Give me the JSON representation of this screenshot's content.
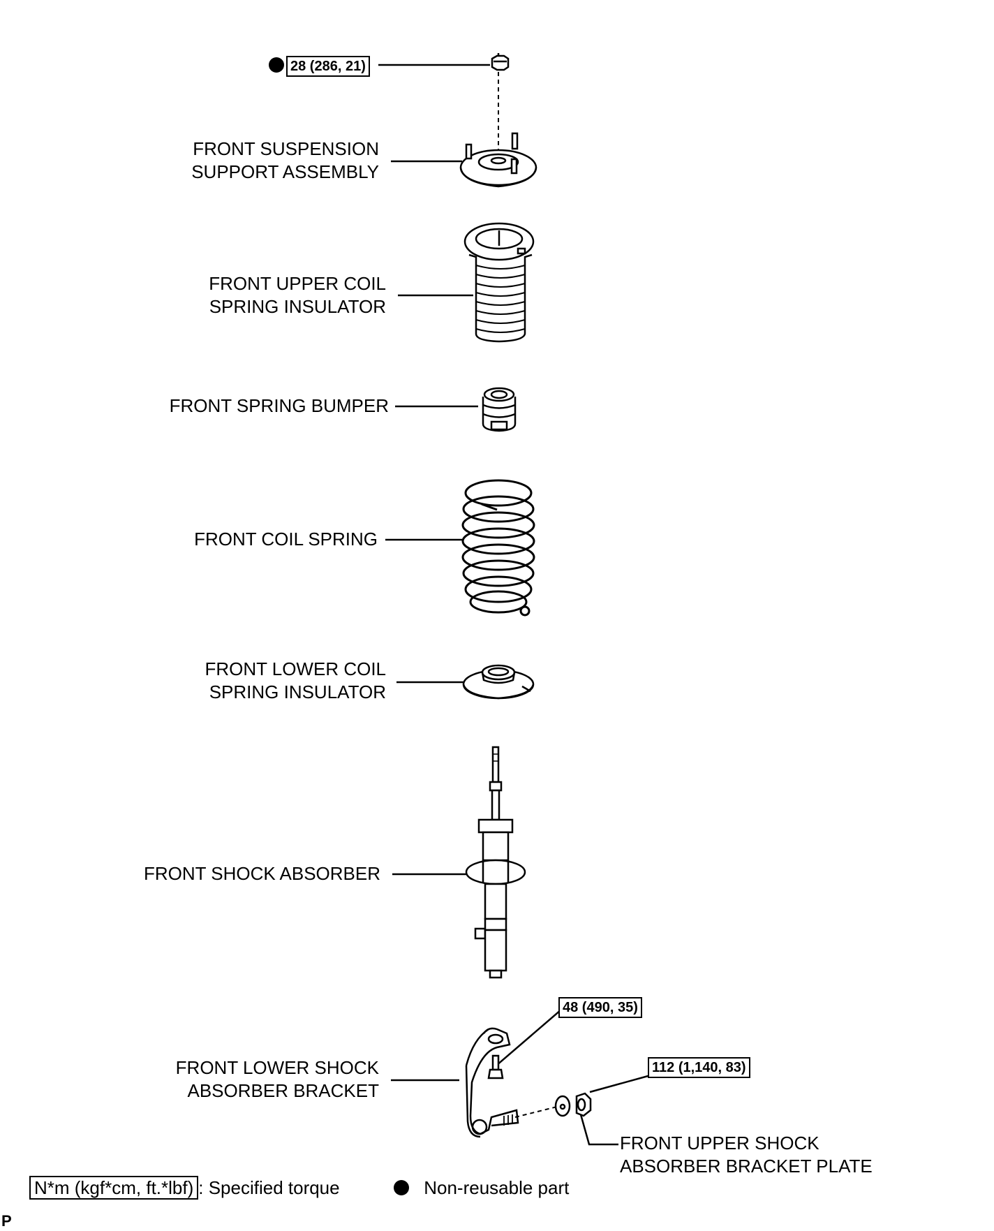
{
  "parts": {
    "support_assembly": {
      "line1": "FRONT SUSPENSION",
      "line2": "SUPPORT ASSEMBLY"
    },
    "upper_insulator": {
      "line1": "FRONT UPPER COIL",
      "line2": "SPRING INSULATOR"
    },
    "spring_bumper": {
      "line1": "FRONT SPRING BUMPER"
    },
    "coil_spring": {
      "line1": "FRONT COIL SPRING"
    },
    "lower_insulator": {
      "line1": "FRONT LOWER COIL",
      "line2": "SPRING INSULATOR"
    },
    "shock_absorber": {
      "line1": "FRONT SHOCK ABSORBER"
    },
    "lower_bracket": {
      "line1": "FRONT LOWER SHOCK",
      "line2": "ABSORBER BRACKET"
    },
    "bracket_plate": {
      "line1": "FRONT UPPER SHOCK",
      "line2": "ABSORBER BRACKET PLATE"
    }
  },
  "torques": {
    "nut_top": "28 (286, 21)",
    "bracket_bolt": "48 (490, 35)",
    "plate_nut": "112 (1,140, 83)"
  },
  "legend": {
    "torque_format": "N*m (kgf*cm, ft.*lbf)",
    "torque_desc": ": Specified torque",
    "nonreusable_desc": "Non-reusable part"
  },
  "figure_code": "P"
}
